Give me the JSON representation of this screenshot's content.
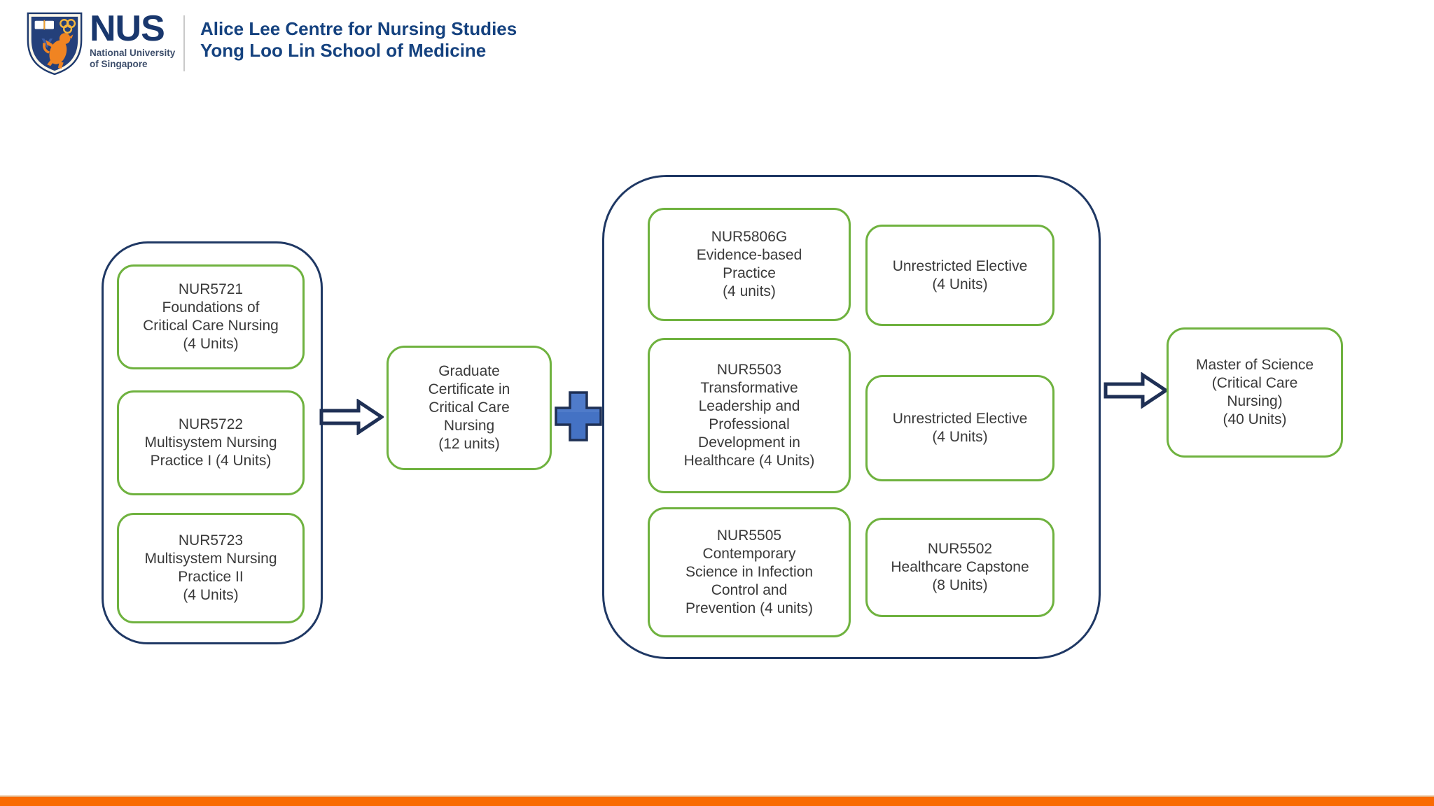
{
  "header": {
    "wordmark": "NUS",
    "wordmark_sub1": "National University",
    "wordmark_sub2": "of Singapore",
    "title_line1": "Alice Lee Centre for Nursing Studies",
    "title_line2": "Yong Loo Lin School of Medicine"
  },
  "diagram": {
    "graduate_certificate_group": {
      "courses": [
        {
          "lines": [
            "NUR5721",
            "Foundations of",
            "Critical Care Nursing",
            "(4 Units)"
          ]
        },
        {
          "lines": [
            "NUR5722",
            "Multisystem Nursing",
            "Practice I (4 Units)"
          ]
        },
        {
          "lines": [
            "NUR5723",
            "Multisystem Nursing",
            "Practice II",
            "(4 Units)"
          ]
        }
      ]
    },
    "graduate_certificate": {
      "lines": [
        "Graduate",
        "Certificate in",
        "Critical Care",
        "Nursing",
        "(12 units)"
      ]
    },
    "masters_group": {
      "column1": [
        {
          "lines": [
            "NUR5806G",
            "Evidence-based",
            "Practice",
            "(4 units)"
          ]
        },
        {
          "lines": [
            "NUR5503",
            "Transformative",
            "Leadership and",
            "Professional",
            "Development in",
            "Healthcare (4 Units)"
          ]
        },
        {
          "lines": [
            "NUR5505",
            "Contemporary",
            "Science in Infection",
            "Control and",
            "Prevention (4 units)"
          ]
        }
      ],
      "column2": [
        {
          "lines": [
            "Unrestricted Elective",
            "(4 Units)"
          ]
        },
        {
          "lines": [
            "Unrestricted Elective",
            "(4 Units)"
          ]
        },
        {
          "lines": [
            "NUR5502",
            "Healthcare Capstone",
            "(8 Units)"
          ]
        }
      ]
    },
    "master_degree": {
      "lines": [
        "Master of Science",
        "(Critical Care",
        "Nursing)",
        "(40 Units)"
      ]
    }
  },
  "colors": {
    "nus_blue": "#15427f",
    "navy_outline": "#1f3864",
    "green_outline": "#6fb23f",
    "plus_fill": "#4472c4",
    "orange_bar": "#f96a02",
    "text": "#3a3a3a"
  }
}
